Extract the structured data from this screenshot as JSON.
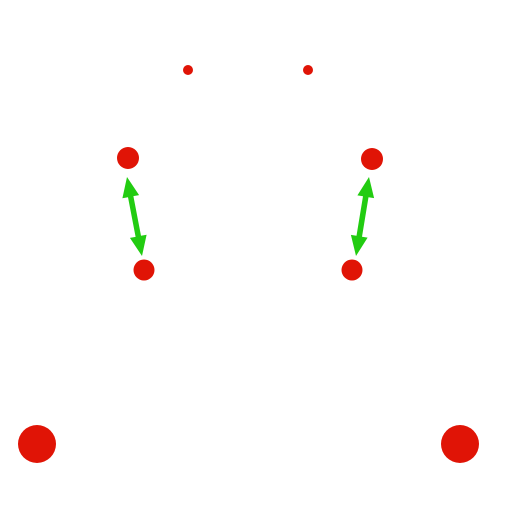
{
  "colors": {
    "background": "#ffffff",
    "point": "#e01406",
    "arrow": "#22cc11"
  },
  "points": [
    {
      "name": "point-top-left-small"
    },
    {
      "name": "point-top-right-small"
    },
    {
      "name": "point-mid-left-upper"
    },
    {
      "name": "point-mid-right-upper"
    },
    {
      "name": "point-mid-left-lower"
    },
    {
      "name": "point-mid-right-lower"
    },
    {
      "name": "point-bottom-left-large"
    },
    {
      "name": "point-bottom-right-large"
    }
  ],
  "arrows": [
    {
      "name": "double-arrow-left",
      "icon": "double-headed-arrow-icon"
    },
    {
      "name": "double-arrow-right",
      "icon": "double-headed-arrow-icon"
    }
  ]
}
